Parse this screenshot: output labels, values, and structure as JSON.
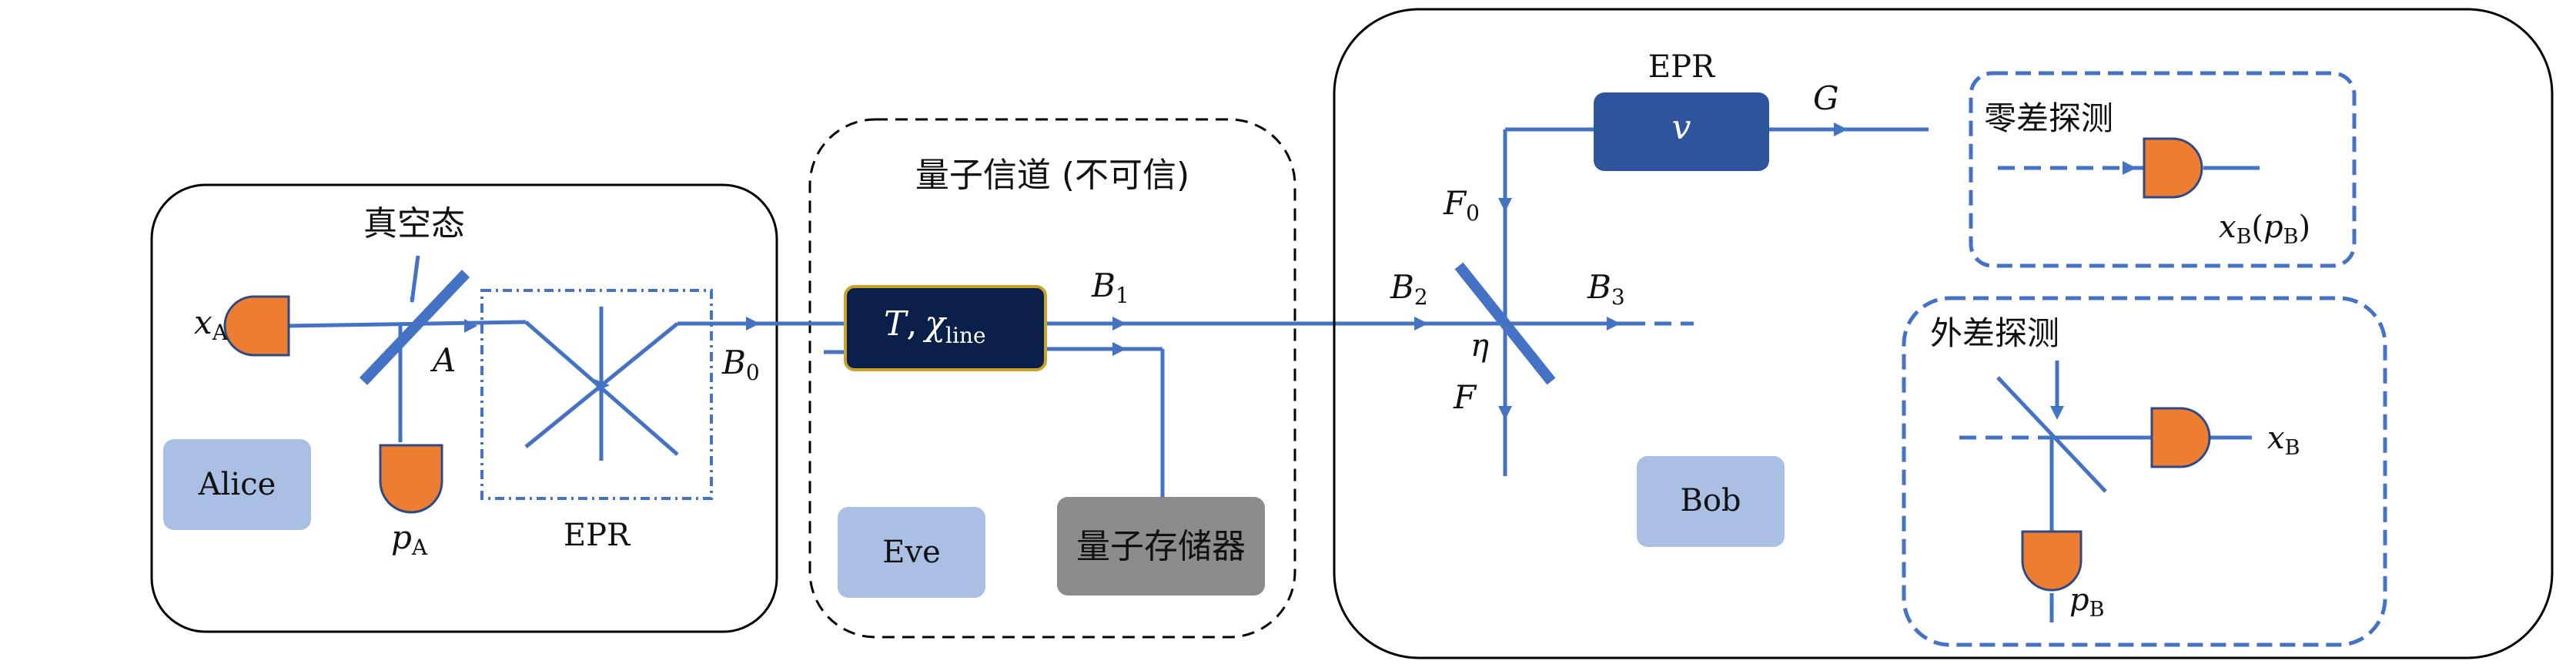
{
  "colors": {
    "beam": "#4472C4",
    "detector": "#ED7D31",
    "label_box": "#A9BFE3",
    "channel_box": "#0B1F4B",
    "channel_border": "#C9A227",
    "epr_box": "#2E559C",
    "memory_box": "#8C8C8C"
  },
  "alice": {
    "label": "Alice",
    "vacuum_label": "真空态",
    "x_detector": {
      "symbol": "x",
      "sub": "A"
    },
    "p_detector": {
      "symbol": "p",
      "sub": "A"
    },
    "mode_A": "A",
    "epr_label": "EPR",
    "output_mode": {
      "symbol": "B",
      "sub": "0"
    }
  },
  "channel": {
    "title": "量子信道 (不可信)",
    "box_text": {
      "symbol": "T",
      "sep": ",",
      "chi": "χ",
      "sub": "line"
    },
    "output_mode": {
      "symbol": "B",
      "sub": "1"
    },
    "eve_label": "Eve",
    "memory_label": "量子存储器"
  },
  "bob": {
    "label": "Bob",
    "epr_label": "EPR",
    "epr_box_text": "v",
    "mode_G": "G",
    "mode_F0": {
      "symbol": "F",
      "sub": "0"
    },
    "mode_B2": {
      "symbol": "B",
      "sub": "2"
    },
    "mode_B3": {
      "symbol": "B",
      "sub": "3"
    },
    "mode_F": "F",
    "eta": "η",
    "homodyne": {
      "title": "零差探测",
      "output": {
        "symbol": "x",
        "sub": "B",
        "paren_symbol": "p",
        "paren_sub": "B"
      }
    },
    "heterodyne": {
      "title": "外差探测",
      "x_output": {
        "symbol": "x",
        "sub": "B"
      },
      "p_output": {
        "symbol": "p",
        "sub": "B"
      }
    }
  }
}
